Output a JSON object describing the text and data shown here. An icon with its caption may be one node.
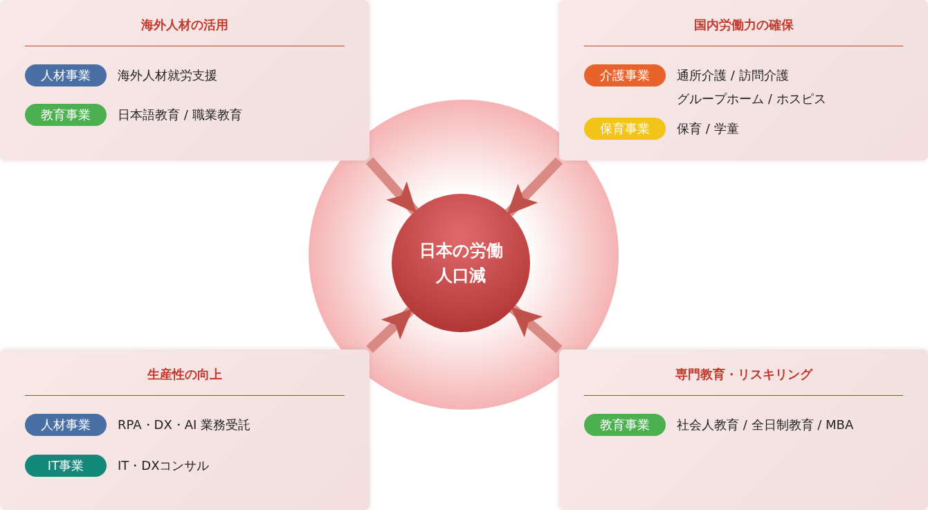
{
  "diagram": {
    "nodes": [
      {
        "text": [
          "海外人材の活用"
        ]
      },
      {
        "text": [
          "人材事業"
        ],
        "in": 0,
        "beside": [
          "海外人材就労支援"
        ]
      },
      {
        "text": [
          "教育事業"
        ],
        "in": 0,
        "beside": [
          "日本語教育 / 職業教育"
        ]
      },
      {
        "text": [
          "国内労働力の確保"
        ]
      },
      {
        "text": [
          "介護事業"
        ],
        "in": 3,
        "beside": [
          "通所介護 / 訪問介護",
          "グループホーム / ホスピス"
        ]
      },
      {
        "text": [
          "保育事業"
        ],
        "in": 3,
        "beside": [
          "保育 / 学童"
        ]
      },
      {
        "text": [
          "生産性の向上"
        ]
      },
      {
        "text": [
          "人材事業"
        ],
        "in": 6,
        "beside": [
          "RPA・DX・AI 業務受託"
        ]
      },
      {
        "text": [
          "IT事業"
        ],
        "in": 6,
        "beside": [
          "IT・DXコンサル"
        ]
      },
      {
        "text": [
          "専門教育・リスキリング"
        ]
      },
      {
        "text": [
          "教育事業"
        ],
        "in": 9,
        "beside": [
          "社会人教育 / 全日制教育 / MBA"
        ]
      },
      {
        "text": [
          "日本の労働人口減"
        ]
      }
    ],
    "edges": [
      {
        "from": 0,
        "to": 11,
        "arrow": "to"
      },
      {
        "from": 3,
        "to": 11,
        "arrow": "to"
      },
      {
        "from": 6,
        "to": 11,
        "arrow": "to"
      },
      {
        "from": 9,
        "to": 11,
        "arrow": "to"
      }
    ]
  }
}
